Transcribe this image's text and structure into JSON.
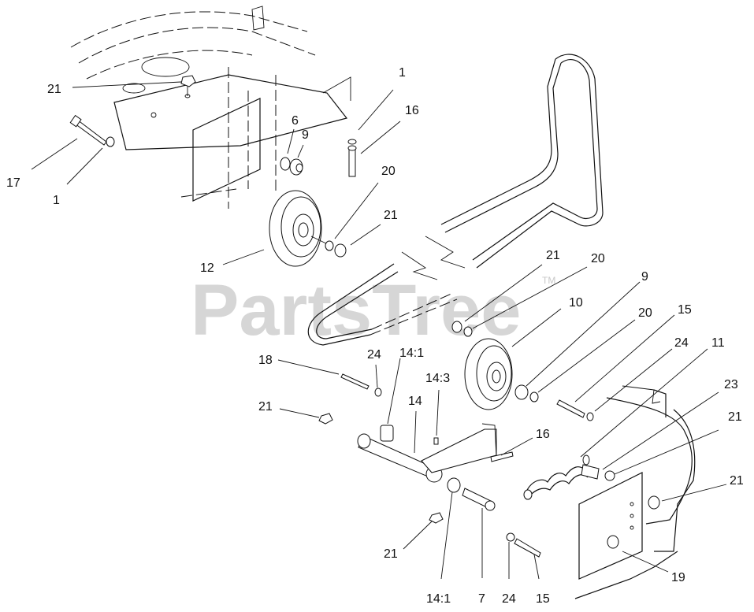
{
  "watermark": {
    "text": "PartsTree",
    "trademark": "TM"
  },
  "callouts": {
    "c1a": "1",
    "c16a": "16",
    "c21a": "21",
    "c6": "6",
    "c9a": "9",
    "c17": "17",
    "c1b": "1",
    "c20a": "20",
    "c21b": "21",
    "c12": "12",
    "c21c": "21",
    "c20b": "20",
    "c9b": "9",
    "c10": "10",
    "c20c": "20",
    "c15a": "15",
    "c24a": "24",
    "c11": "11",
    "c18": "18",
    "c24b": "24",
    "c14_1a": "14:1",
    "c14_3": "14:3",
    "c14": "14",
    "c23": "23",
    "c21d": "21",
    "c16b": "16",
    "c21e": "21",
    "c21f": "21",
    "c21g": "21",
    "c19": "19",
    "c14_1b": "14:1",
    "c7": "7",
    "c24c": "24",
    "c15b": "15"
  }
}
